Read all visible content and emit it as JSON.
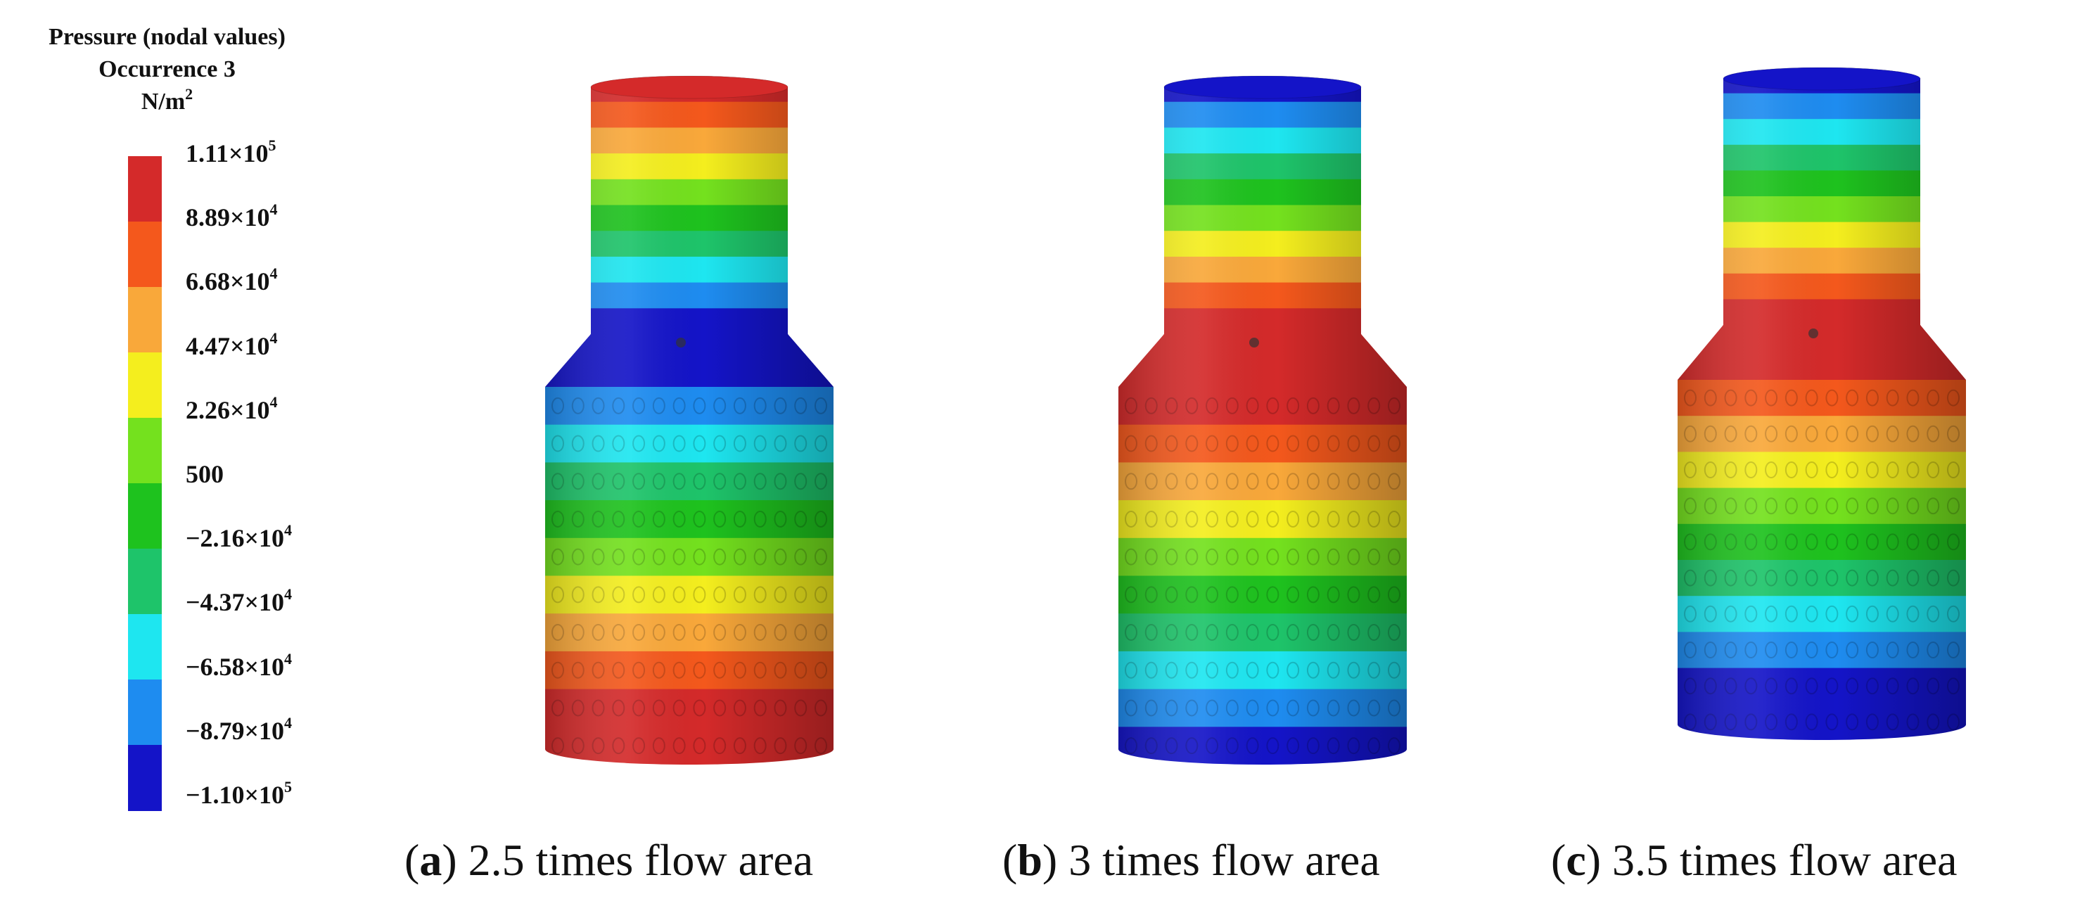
{
  "legend": {
    "title_lines": [
      "Pressure (nodal values)",
      "Occurrence 3"
    ],
    "unit_base": "N/m",
    "unit_exp": "2",
    "ticks": [
      {
        "mant": "1.11×10",
        "exp": "5"
      },
      {
        "mant": "8.89×10",
        "exp": "4"
      },
      {
        "mant": "6.68×10",
        "exp": "4"
      },
      {
        "mant": "4.47×10",
        "exp": "4"
      },
      {
        "mant": "2.26×10",
        "exp": "4"
      },
      {
        "mant": "500",
        "exp": ""
      },
      {
        "mant": "−2.16×10",
        "exp": "4"
      },
      {
        "mant": "−4.37×10",
        "exp": "4"
      },
      {
        "mant": "−6.58×10",
        "exp": "4"
      },
      {
        "mant": "−8.79×10",
        "exp": "4"
      },
      {
        "mant": "−1.10×10",
        "exp": "5"
      }
    ],
    "colors": [
      "#d42a2a",
      "#f4581c",
      "#f9a83a",
      "#f4ee1e",
      "#74e11e",
      "#1ec21e",
      "#1ec46a",
      "#1ee6f0",
      "#1e8cf0",
      "#1414c8"
    ]
  },
  "panels": [
    {
      "letter": "a",
      "open": "(",
      "close": ")",
      "text": " 2.5 times flow area",
      "bands": [
        0,
        1,
        2,
        3,
        4,
        5,
        6,
        7,
        8,
        9,
        9,
        8,
        7,
        6,
        5,
        4,
        3,
        2,
        1,
        0,
        0
      ]
    },
    {
      "letter": "b",
      "open": "(",
      "close": ")",
      "text": " 3 times flow area",
      "bands": [
        9,
        8,
        7,
        6,
        5,
        4,
        3,
        2,
        1,
        0,
        0,
        0,
        1,
        2,
        3,
        4,
        5,
        6,
        7,
        8,
        9
      ]
    },
    {
      "letter": "c",
      "open": "(",
      "close": ")",
      "text": " 3.5 times flow area",
      "bands": [
        9,
        8,
        7,
        6,
        5,
        4,
        3,
        2,
        1,
        0,
        0,
        1,
        2,
        3,
        4,
        5,
        6,
        7,
        8,
        9,
        9
      ]
    }
  ]
}
